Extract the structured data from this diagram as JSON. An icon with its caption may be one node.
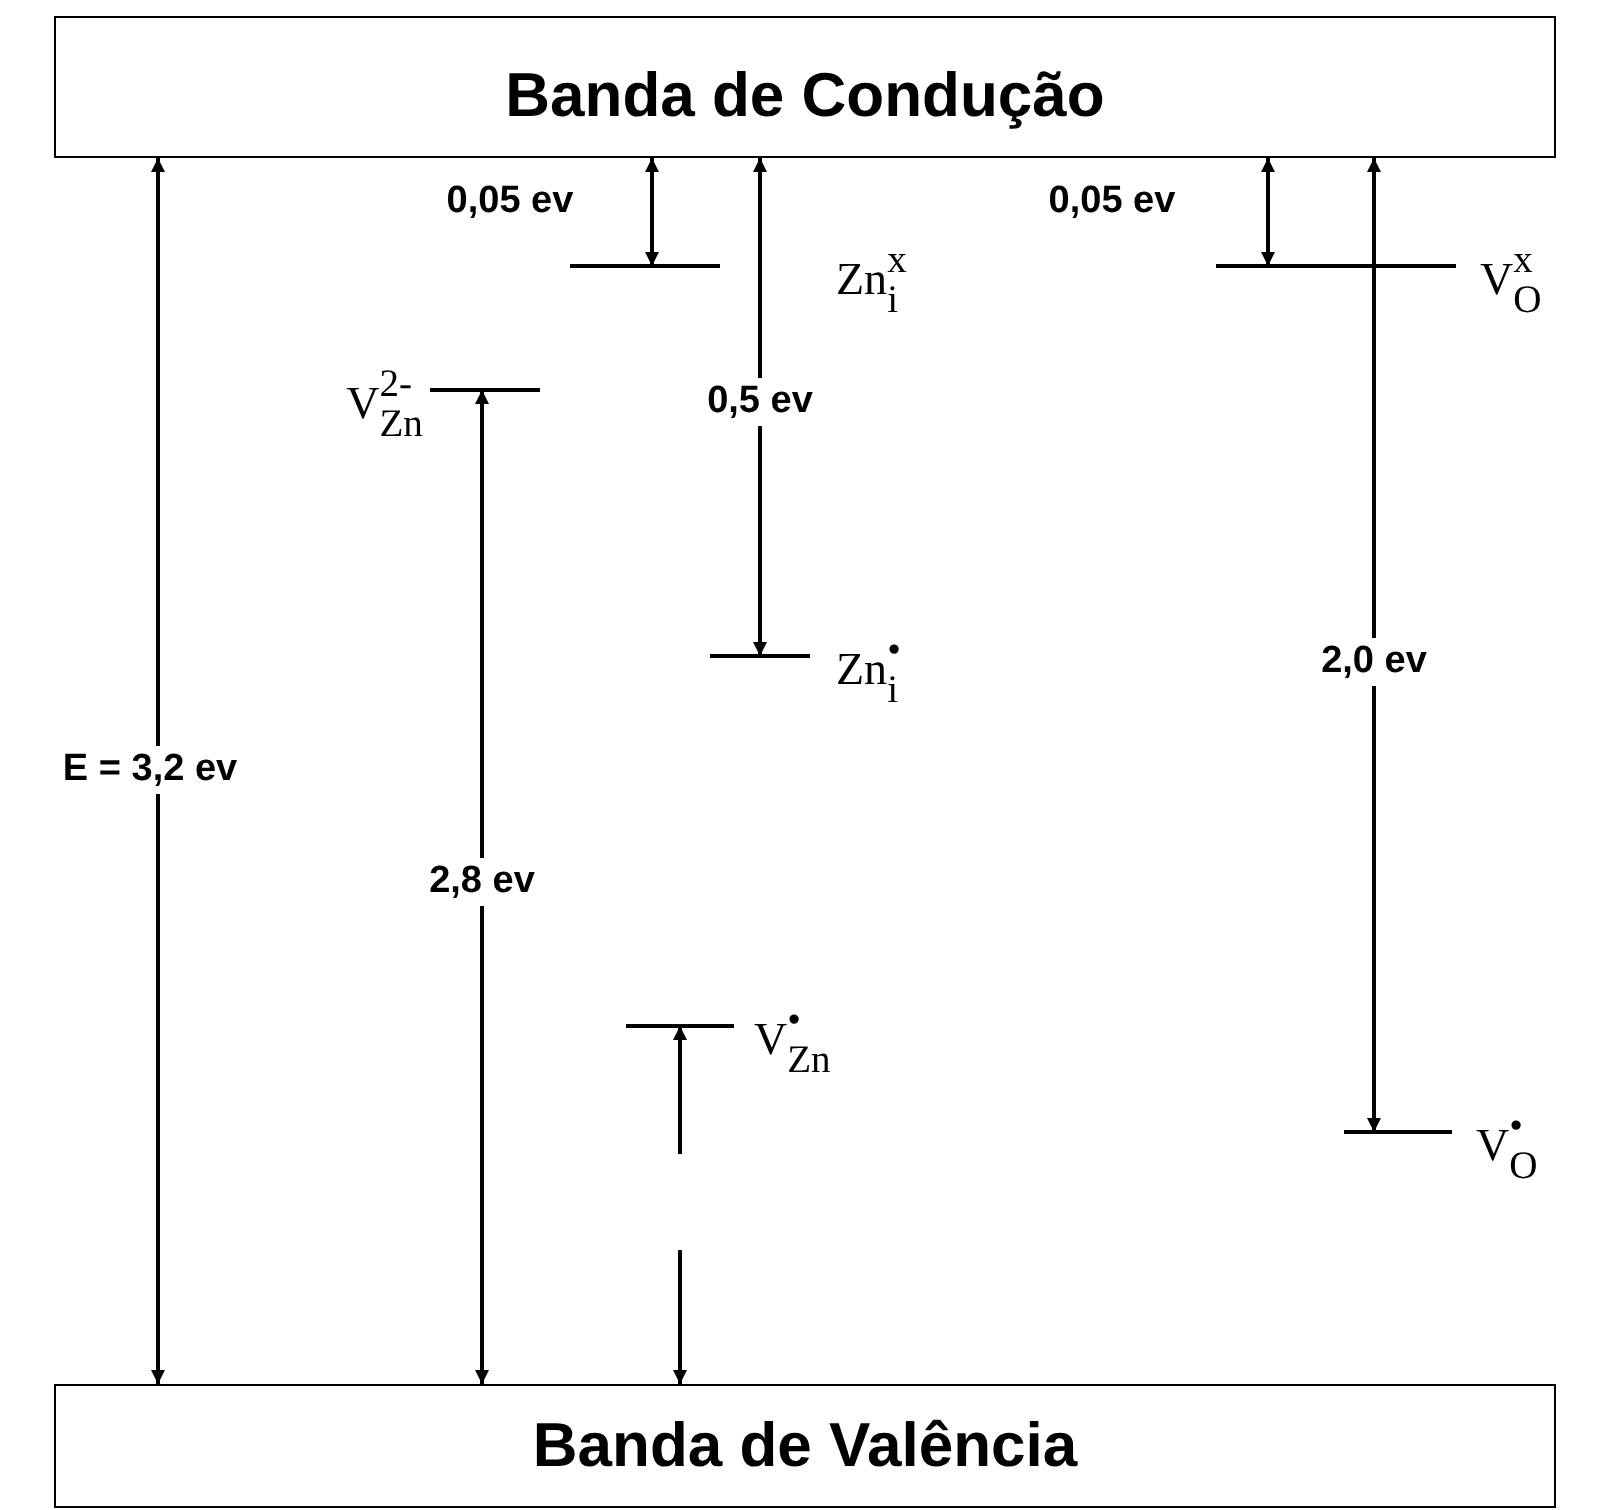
{
  "diagram": {
    "nodes": [
      {
        "text": [
          "Banda de Condução"
        ]
      },
      {
        "text": [
          "Banda de Valência"
        ]
      },
      {
        "text": [
          "Zn$_{i}$$^{x}$"
        ]
      },
      {
        "text": [
          "V$_{Zn}$$^{2-}$"
        ]
      },
      {
        "text": [
          "Zn$_{i}$$^{•}$"
        ]
      },
      {
        "text": [
          "V$_{Zn}$$^{•}$"
        ]
      },
      {
        "text": [
          "V$_{O}$$^{x}$"
        ]
      },
      {
        "text": [
          "V$_{O}$$^{•}$"
        ]
      }
    ],
    "edges": [
      {
        "from": 0,
        "to": 1,
        "arrow": "both",
        "label": "E = 3,2 ev"
      },
      {
        "from": 0,
        "to": 2,
        "arrow": "both",
        "label": "0,05 ev"
      },
      {
        "from": 0,
        "to": 4,
        "arrow": "both",
        "label": "0,5 ev"
      },
      {
        "from": 1,
        "to": 3,
        "arrow": "both",
        "label": "2,8 ev"
      },
      {
        "from": 1,
        "to": 5,
        "arrow": "both",
        "style": "dashed"
      },
      {
        "from": 0,
        "to": 6,
        "arrow": "both",
        "label": "0,05 ev"
      },
      {
        "from": 0,
        "to": 7,
        "arrow": "both",
        "label": "2,0 ev"
      }
    ]
  }
}
